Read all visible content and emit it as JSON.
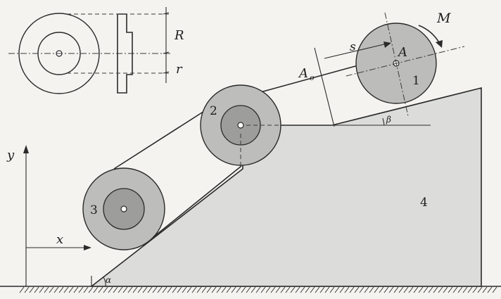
{
  "labels": {
    "R": "R",
    "r": "r",
    "M": "M",
    "A": "A",
    "A0": "A",
    "A0_sub": "o",
    "s": "s",
    "beta": "β",
    "alpha": "α",
    "x": "x",
    "y": "y",
    "body1": "1",
    "body2": "2",
    "body3": "3",
    "body4": "4"
  },
  "colors": {
    "background": "#f4f3ef",
    "ink": "#2a2a2a",
    "wedge_fill": "#dcdcda",
    "disk_outer": "#bdbdbb",
    "disk_inner": "#9d9d9b",
    "disk1": "#bcbcba"
  }
}
